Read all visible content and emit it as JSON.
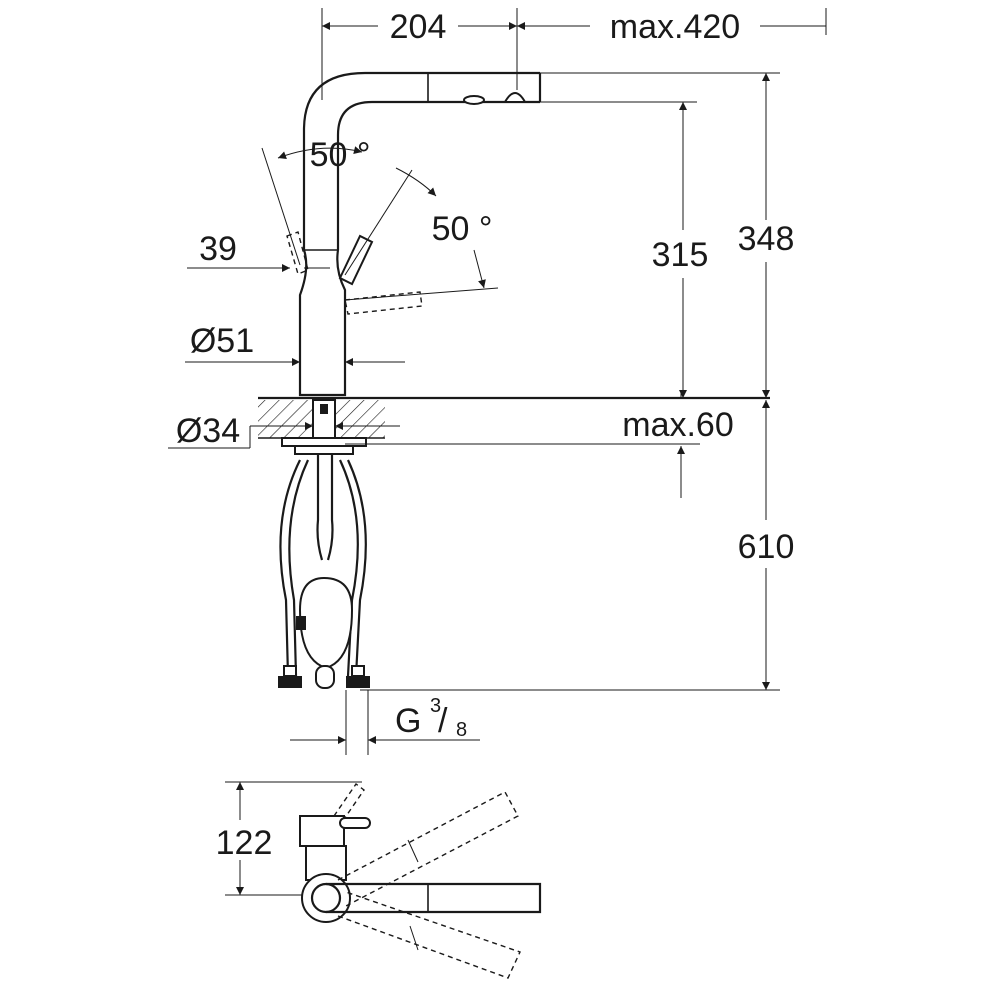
{
  "dimensions": {
    "spout_reach": "204",
    "max_reach": "max.420",
    "lever_angle_back": "50 °",
    "lever_angle_front": "50 °",
    "lever_offset": "39",
    "body_diameter": "Ø51",
    "base_diameter": "Ø34",
    "outlet_height": "315",
    "total_height": "348",
    "max_counter_thickness": "max.60",
    "hose_length": "610",
    "thread_main": "G",
    "thread_num": "3",
    "thread_sep": "/",
    "thread_den": "8",
    "top_view_depth": "122"
  }
}
